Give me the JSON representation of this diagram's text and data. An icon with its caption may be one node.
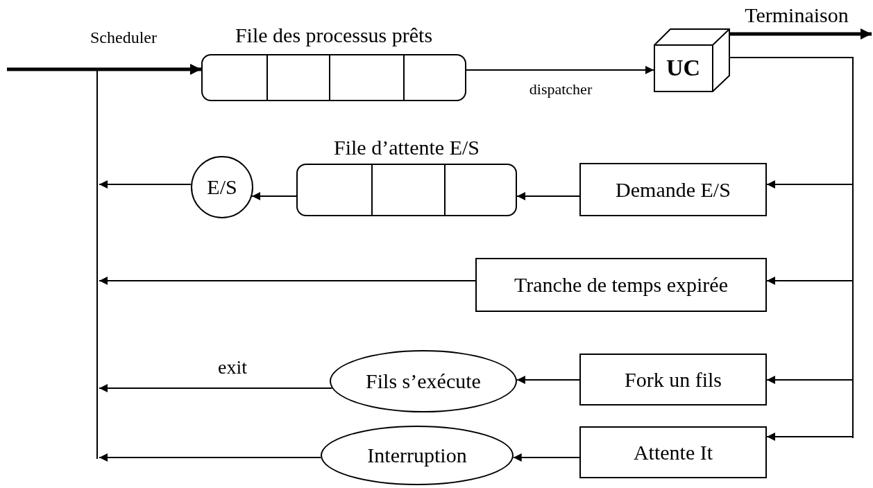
{
  "diagram": {
    "nodes": [
      {
        "text": [],
        "shape": "bar"
      },
      {
        "text": [
          "File des processus prêts"
        ]
      },
      {
        "text": [
          "UC"
        ]
      },
      {
        "text": [],
        "shape": "bar"
      },
      {
        "text": [
          "E/S"
        ]
      },
      {
        "text": [
          "File d’attente E/S"
        ]
      },
      {
        "text": [
          "Demande E/S"
        ]
      },
      {
        "text": [
          "Tranche de temps expirée"
        ]
      },
      {
        "text": [
          "Fils s’exécute"
        ]
      },
      {
        "text": [
          "Fork un fils"
        ]
      },
      {
        "text": [
          "Interruption"
        ]
      },
      {
        "text": [
          "Attente It"
        ]
      }
    ],
    "edges": [
      {
        "from": null,
        "to": 1,
        "arrow": "to",
        "style": "thick"
      },
      {
        "from": 1,
        "to": 2,
        "arrow": "to",
        "label": "dispatcher"
      },
      {
        "from": 2,
        "to": null,
        "arrow": "to",
        "style": "thick",
        "label": "Terminaison"
      },
      {
        "from": 2,
        "to": 3,
        "arrow": "none"
      },
      {
        "from": 3,
        "to": 6,
        "arrow": "to"
      },
      {
        "from": 6,
        "to": 5,
        "arrow": "to"
      },
      {
        "from": 5,
        "to": 4,
        "arrow": "to"
      },
      {
        "from": 4,
        "to": 0,
        "arrow": "to"
      },
      {
        "from": 3,
        "to": 7,
        "arrow": "to"
      },
      {
        "from": 7,
        "to": 0,
        "arrow": "to"
      },
      {
        "from": 3,
        "to": 9,
        "arrow": "to"
      },
      {
        "from": 9,
        "to": 8,
        "arrow": "to"
      },
      {
        "from": 8,
        "to": 0,
        "arrow": "to",
        "label": "exit"
      },
      {
        "from": 3,
        "to": 11,
        "arrow": "to"
      },
      {
        "from": 11,
        "to": 10,
        "arrow": "to"
      },
      {
        "from": 10,
        "to": 0,
        "arrow": "to"
      }
    ],
    "labels": [
      "Scheduler"
    ]
  }
}
